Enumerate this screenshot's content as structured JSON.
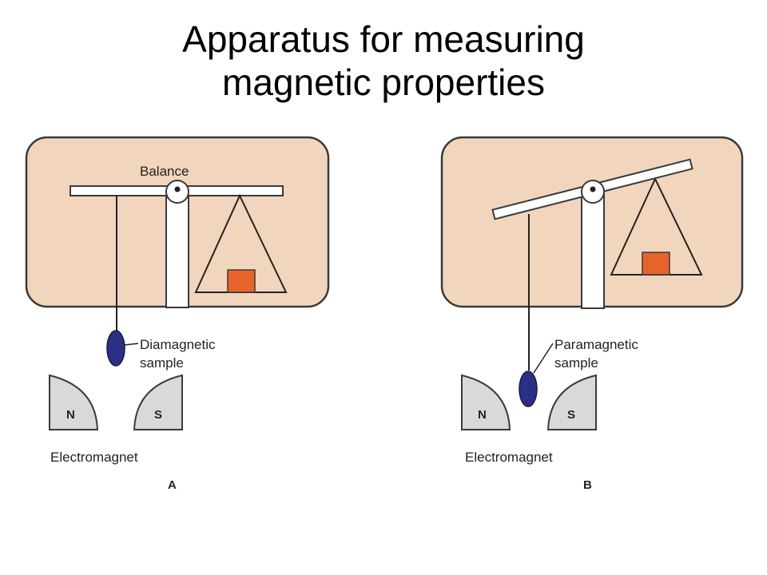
{
  "title": {
    "line1": "Apparatus for measuring",
    "line2": "magnetic properties"
  },
  "panels": [
    {
      "id": "A",
      "balance_label": "Balance",
      "sample_label_line1": "Diamagnetic",
      "sample_label_line2": "sample",
      "pole_north": "N",
      "pole_south": "S",
      "magnet_label": "Electromagnet",
      "panel_letter": "A"
    },
    {
      "id": "B",
      "sample_label_line1": "Paramagnetic",
      "sample_label_line2": "sample",
      "pole_north": "N",
      "pole_south": "S",
      "magnet_label": "Electromagnet",
      "panel_letter": "B"
    }
  ],
  "colors": {
    "cabinet_fill": "#f2d5bd",
    "cabinet_stroke": "#3a3a3a",
    "weight_fill": "#e8632a",
    "sample_fill": "#2b2f86",
    "pole_fill": "#d9d9d9"
  }
}
